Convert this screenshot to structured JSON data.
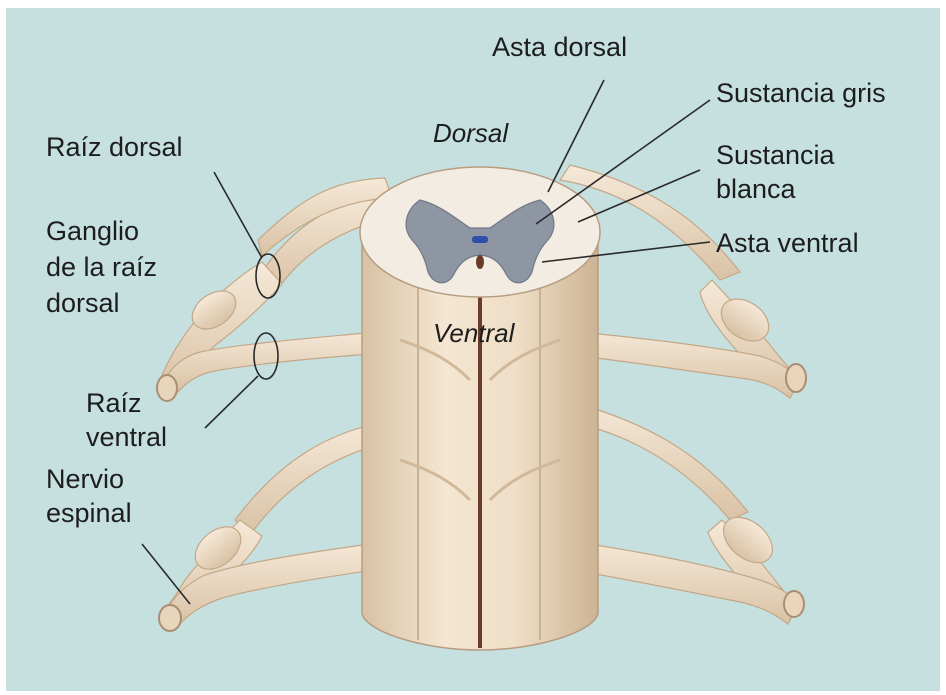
{
  "labels": {
    "dorsal_side": "Dorsal",
    "ventral_side": "Ventral",
    "asta_dorsal": "Asta dorsal",
    "sustancia_gris": "Sustancia gris",
    "sustancia_blanca_1": "Sustancia",
    "sustancia_blanca_2": "blanca",
    "asta_ventral": "Asta ventral",
    "raiz_dorsal": "Raíz dorsal",
    "ganglio_1": "Ganglio",
    "ganglio_2": "de la raíz",
    "ganglio_3": "dorsal",
    "raiz_ventral_1": "Raíz",
    "raiz_ventral_2": "ventral",
    "nervio_1": "Nervio",
    "nervio_2": "espinal"
  },
  "colors": {
    "background": "#c6e0e0",
    "nerve_tissue": "#efdcc4",
    "nerve_shadow": "#cfb79a",
    "white_matter": "#f3ece2",
    "gray_matter": "#8e96a3",
    "central_canal": "#2f4fa8",
    "leader_line": "#2a2a2a"
  }
}
